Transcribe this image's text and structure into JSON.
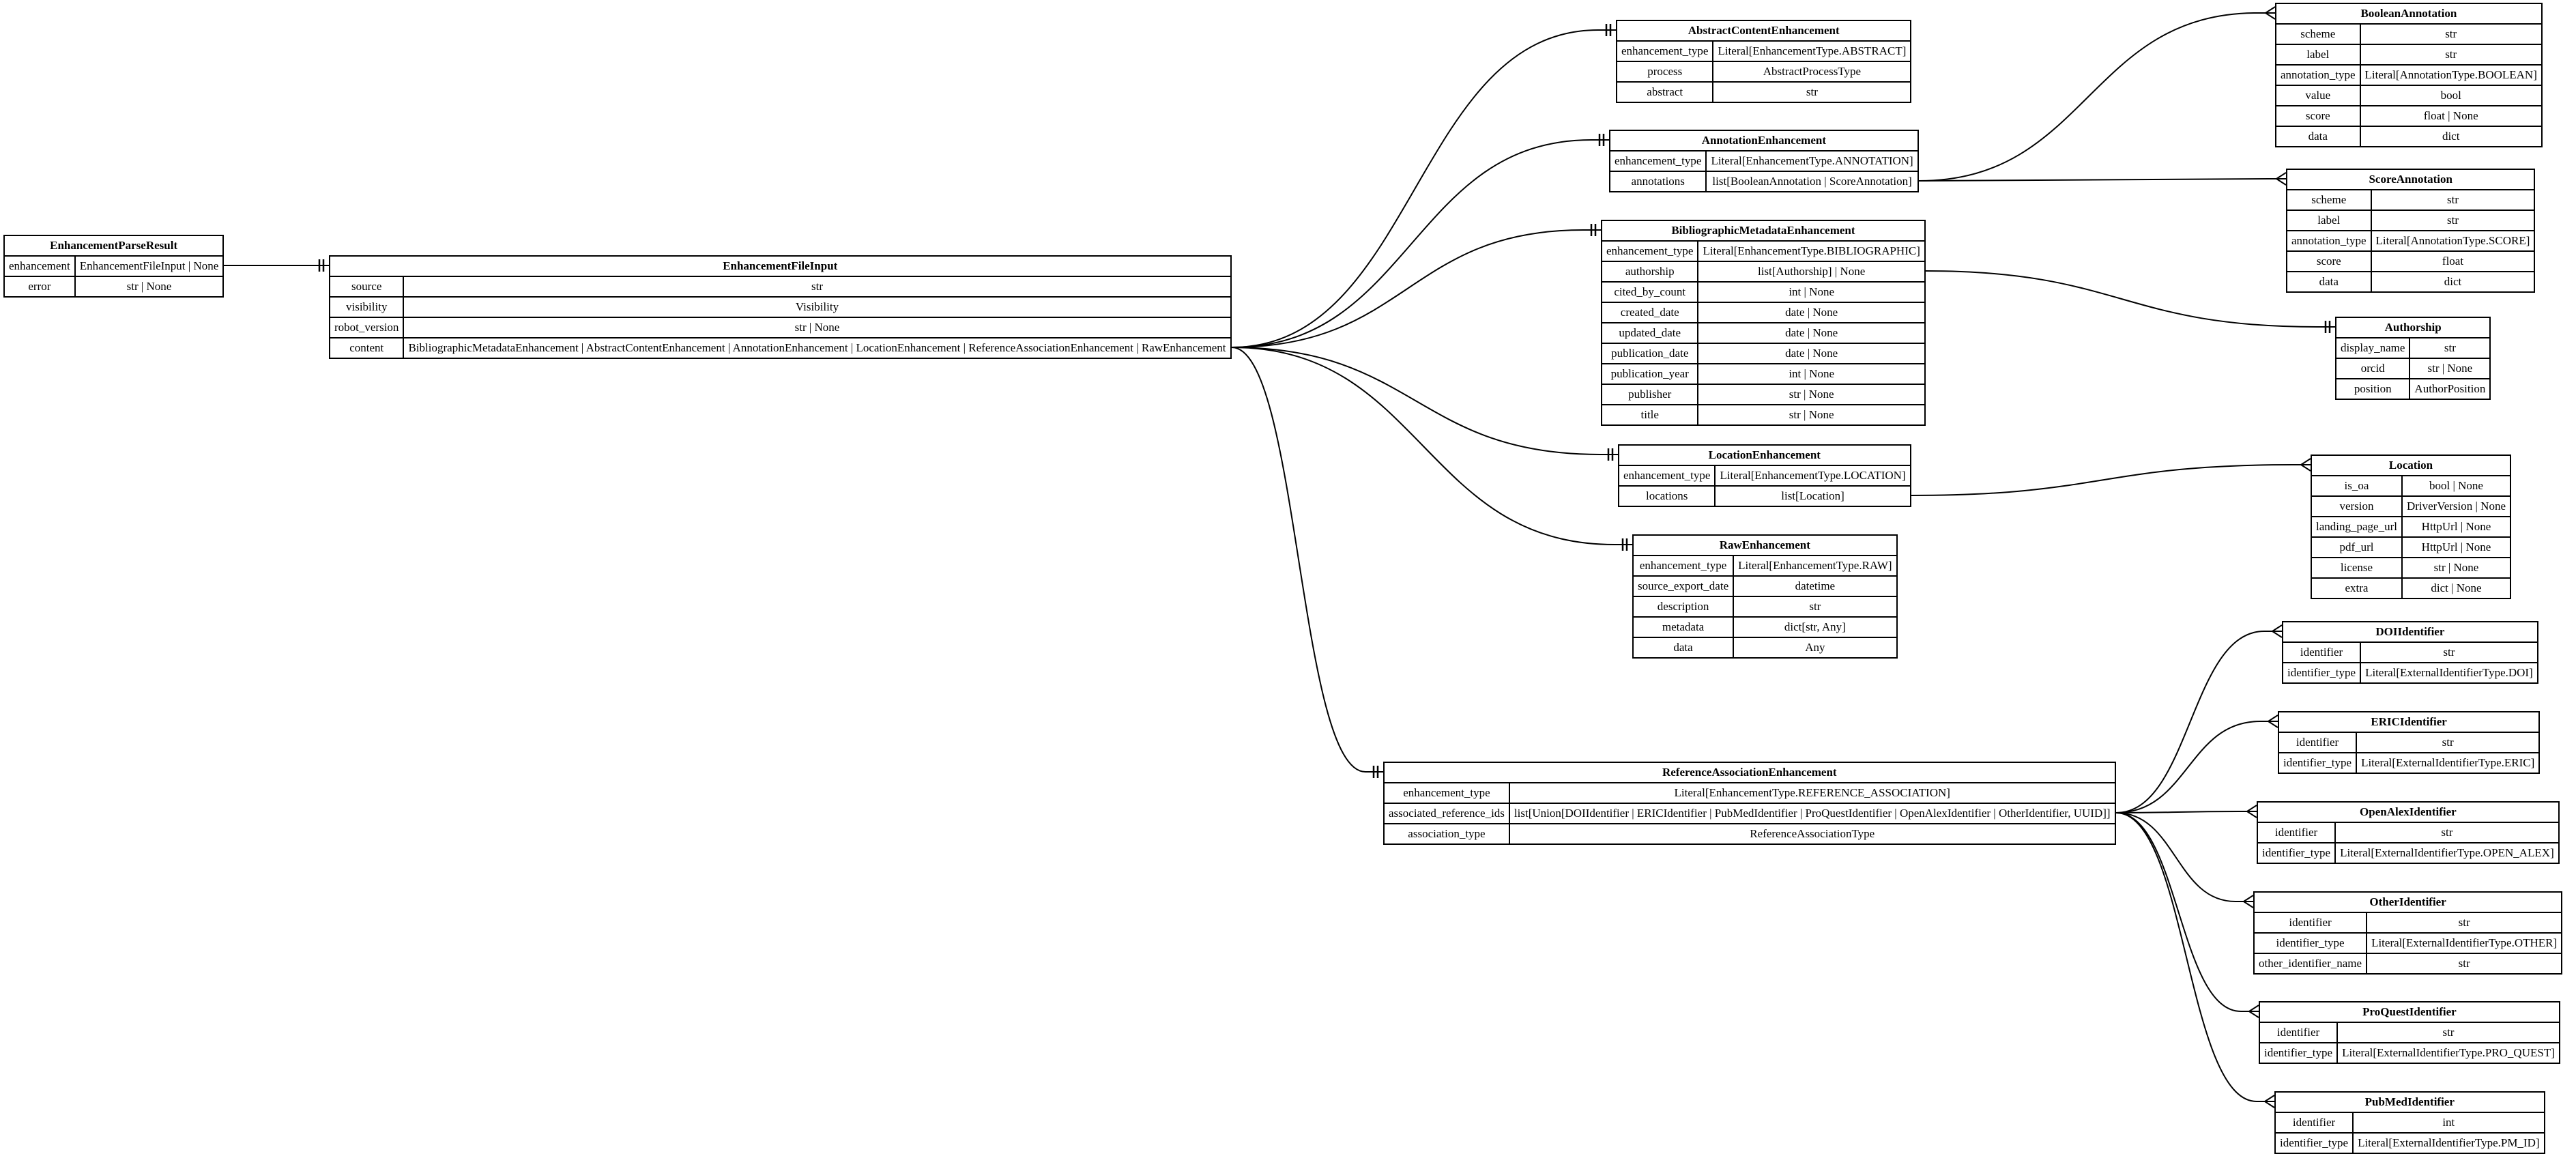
{
  "entities": [
    {
      "id": "EnhancementParseResult",
      "name": "EnhancementParseResult",
      "fields": [
        [
          "enhancement",
          "EnhancementFileInput | None"
        ],
        [
          "error",
          "str | None"
        ]
      ]
    },
    {
      "id": "EnhancementFileInput",
      "name": "EnhancementFileInput",
      "fields": [
        [
          "source",
          "str"
        ],
        [
          "visibility",
          "Visibility"
        ],
        [
          "robot_version",
          "str | None"
        ],
        [
          "content",
          "BibliographicMetadataEnhancement | AbstractContentEnhancement | AnnotationEnhancement | LocationEnhancement | ReferenceAssociationEnhancement | RawEnhancement"
        ]
      ]
    },
    {
      "id": "AbstractContentEnhancement",
      "name": "AbstractContentEnhancement",
      "fields": [
        [
          "enhancement_type",
          "Literal[EnhancementType.ABSTRACT]"
        ],
        [
          "process",
          "AbstractProcessType"
        ],
        [
          "abstract",
          "str"
        ]
      ]
    },
    {
      "id": "AnnotationEnhancement",
      "name": "AnnotationEnhancement",
      "fields": [
        [
          "enhancement_type",
          "Literal[EnhancementType.ANNOTATION]"
        ],
        [
          "annotations",
          "list[BooleanAnnotation | ScoreAnnotation]"
        ]
      ]
    },
    {
      "id": "BibliographicMetadataEnhancement",
      "name": "BibliographicMetadataEnhancement",
      "fields": [
        [
          "enhancement_type",
          "Literal[EnhancementType.BIBLIOGRAPHIC]"
        ],
        [
          "authorship",
          "list[Authorship] | None"
        ],
        [
          "cited_by_count",
          "int | None"
        ],
        [
          "created_date",
          "date | None"
        ],
        [
          "updated_date",
          "date | None"
        ],
        [
          "publication_date",
          "date | None"
        ],
        [
          "publication_year",
          "int | None"
        ],
        [
          "publisher",
          "str | None"
        ],
        [
          "title",
          "str | None"
        ]
      ]
    },
    {
      "id": "LocationEnhancement",
      "name": "LocationEnhancement",
      "fields": [
        [
          "enhancement_type",
          "Literal[EnhancementType.LOCATION]"
        ],
        [
          "locations",
          "list[Location]"
        ]
      ]
    },
    {
      "id": "RawEnhancement",
      "name": "RawEnhancement",
      "fields": [
        [
          "enhancement_type",
          "Literal[EnhancementType.RAW]"
        ],
        [
          "source_export_date",
          "datetime"
        ],
        [
          "description",
          "str"
        ],
        [
          "metadata",
          "dict[str, Any]"
        ],
        [
          "data",
          "Any"
        ]
      ]
    },
    {
      "id": "ReferenceAssociationEnhancement",
      "name": "ReferenceAssociationEnhancement",
      "fields": [
        [
          "enhancement_type",
          "Literal[EnhancementType.REFERENCE_ASSOCIATION]"
        ],
        [
          "associated_reference_ids",
          "list[Union[DOIIdentifier | ERICIdentifier | PubMedIdentifier | ProQuestIdentifier | OpenAlexIdentifier | OtherIdentifier, UUID]]"
        ],
        [
          "association_type",
          "ReferenceAssociationType"
        ]
      ]
    },
    {
      "id": "BooleanAnnotation",
      "name": "BooleanAnnotation",
      "fields": [
        [
          "scheme",
          "str"
        ],
        [
          "label",
          "str"
        ],
        [
          "annotation_type",
          "Literal[AnnotationType.BOOLEAN]"
        ],
        [
          "value",
          "bool"
        ],
        [
          "score",
          "float | None"
        ],
        [
          "data",
          "dict"
        ]
      ]
    },
    {
      "id": "ScoreAnnotation",
      "name": "ScoreAnnotation",
      "fields": [
        [
          "scheme",
          "str"
        ],
        [
          "label",
          "str"
        ],
        [
          "annotation_type",
          "Literal[AnnotationType.SCORE]"
        ],
        [
          "score",
          "float"
        ],
        [
          "data",
          "dict"
        ]
      ]
    },
    {
      "id": "Authorship",
      "name": "Authorship",
      "fields": [
        [
          "display_name",
          "str"
        ],
        [
          "orcid",
          "str | None"
        ],
        [
          "position",
          "AuthorPosition"
        ]
      ]
    },
    {
      "id": "Location",
      "name": "Location",
      "fields": [
        [
          "is_oa",
          "bool | None"
        ],
        [
          "version",
          "DriverVersion | None"
        ],
        [
          "landing_page_url",
          "HttpUrl | None"
        ],
        [
          "pdf_url",
          "HttpUrl | None"
        ],
        [
          "license",
          "str | None"
        ],
        [
          "extra",
          "dict | None"
        ]
      ]
    },
    {
      "id": "DOIIdentifier",
      "name": "DOIIdentifier",
      "fields": [
        [
          "identifier",
          "str"
        ],
        [
          "identifier_type",
          "Literal[ExternalIdentifierType.DOI]"
        ]
      ]
    },
    {
      "id": "ERICIdentifier",
      "name": "ERICIdentifier",
      "fields": [
        [
          "identifier",
          "str"
        ],
        [
          "identifier_type",
          "Literal[ExternalIdentifierType.ERIC]"
        ]
      ]
    },
    {
      "id": "OpenAlexIdentifier",
      "name": "OpenAlexIdentifier",
      "fields": [
        [
          "identifier",
          "str"
        ],
        [
          "identifier_type",
          "Literal[ExternalIdentifierType.OPEN_ALEX]"
        ]
      ]
    },
    {
      "id": "OtherIdentifier",
      "name": "OtherIdentifier",
      "fields": [
        [
          "identifier",
          "str"
        ],
        [
          "identifier_type",
          "Literal[ExternalIdentifierType.OTHER]"
        ],
        [
          "other_identifier_name",
          "str"
        ]
      ]
    },
    {
      "id": "ProQuestIdentifier",
      "name": "ProQuestIdentifier",
      "fields": [
        [
          "identifier",
          "str"
        ],
        [
          "identifier_type",
          "Literal[ExternalIdentifierType.PRO_QUEST]"
        ]
      ]
    },
    {
      "id": "PubMedIdentifier",
      "name": "PubMedIdentifier",
      "fields": [
        [
          "identifier",
          "int"
        ],
        [
          "identifier_type",
          "Literal[ExternalIdentifierType.PM_ID]"
        ]
      ]
    }
  ],
  "relations": [
    {
      "from": "EnhancementParseResult",
      "row": 0,
      "to": "EnhancementFileInput",
      "end": "one"
    },
    {
      "from": "EnhancementFileInput",
      "row": 3,
      "to": "AbstractContentEnhancement",
      "end": "one"
    },
    {
      "from": "EnhancementFileInput",
      "row": 3,
      "to": "AnnotationEnhancement",
      "end": "one"
    },
    {
      "from": "EnhancementFileInput",
      "row": 3,
      "to": "BibliographicMetadataEnhancement",
      "end": "one"
    },
    {
      "from": "EnhancementFileInput",
      "row": 3,
      "to": "LocationEnhancement",
      "end": "one"
    },
    {
      "from": "EnhancementFileInput",
      "row": 3,
      "to": "RawEnhancement",
      "end": "one"
    },
    {
      "from": "EnhancementFileInput",
      "row": 3,
      "to": "ReferenceAssociationEnhancement",
      "end": "one"
    },
    {
      "from": "AnnotationEnhancement",
      "row": 1,
      "to": "BooleanAnnotation",
      "end": "many"
    },
    {
      "from": "AnnotationEnhancement",
      "row": 1,
      "to": "ScoreAnnotation",
      "end": "many"
    },
    {
      "from": "BibliographicMetadataEnhancement",
      "row": 1,
      "to": "Authorship",
      "end": "one"
    },
    {
      "from": "LocationEnhancement",
      "row": 1,
      "to": "Location",
      "end": "many"
    },
    {
      "from": "ReferenceAssociationEnhancement",
      "row": 1,
      "to": "DOIIdentifier",
      "end": "many"
    },
    {
      "from": "ReferenceAssociationEnhancement",
      "row": 1,
      "to": "ERICIdentifier",
      "end": "many"
    },
    {
      "from": "ReferenceAssociationEnhancement",
      "row": 1,
      "to": "OpenAlexIdentifier",
      "end": "many"
    },
    {
      "from": "ReferenceAssociationEnhancement",
      "row": 1,
      "to": "OtherIdentifier",
      "end": "many"
    },
    {
      "from": "ReferenceAssociationEnhancement",
      "row": 1,
      "to": "ProQuestIdentifier",
      "end": "many"
    },
    {
      "from": "ReferenceAssociationEnhancement",
      "row": 1,
      "to": "PubMedIdentifier",
      "end": "many"
    }
  ]
}
